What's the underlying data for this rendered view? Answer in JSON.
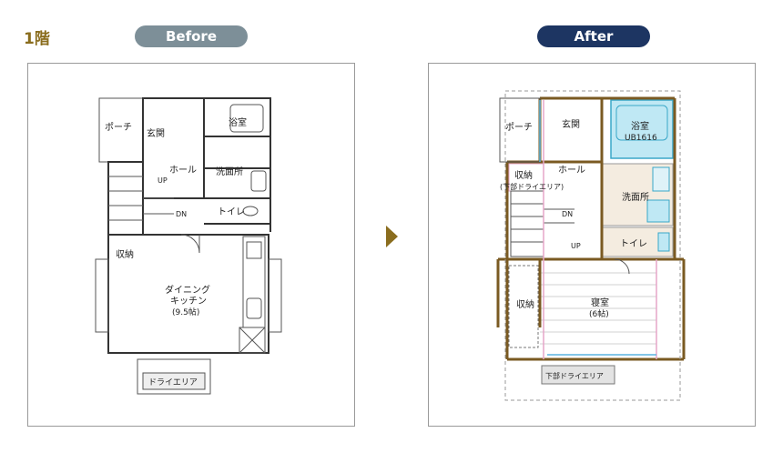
{
  "floor_label": "1階",
  "before": {
    "label": "Before",
    "rooms": {
      "porch": "ポーチ",
      "entrance": "玄関",
      "bath": "浴室",
      "hall": "ホール",
      "washroom": "洗面所",
      "up": "UP",
      "dn": "DN",
      "toilet": "トイレ",
      "storage": "収納",
      "dk_line1": "ダイニング",
      "dk_line2": "キッチン",
      "dk_area": "(9.5帖)",
      "dry_area": "ドライエリア"
    }
  },
  "after": {
    "label": "After",
    "rooms": {
      "porch": "ポーチ",
      "entrance": "玄関",
      "bath": "浴室",
      "bath_unit": "UB1616",
      "storage_top": "収納",
      "storage_top_note": "(下部ドライエリア)",
      "hall": "ホール",
      "washroom": "洗面所",
      "dn": "DN",
      "up": "UP",
      "toilet": "トイレ",
      "storage": "収納",
      "bedroom": "寝室",
      "bedroom_area": "(6帖)",
      "dry_area": "下部ドライエリア"
    }
  },
  "colors": {
    "wall": "#7a5a22",
    "thin_wall": "#555555",
    "bath_fill": "#bfe8f4",
    "bath_stroke": "#3aa7c8",
    "wash_fill": "#f4ece0",
    "floor_line": "#d0d0d0",
    "pink": "#e6a6c8",
    "blue": "#5ab4e0",
    "dry_hatch": "#777777",
    "accent_gold": "#8a6d1e",
    "before_pill": "#7d8f98",
    "after_pill": "#1d3562"
  }
}
